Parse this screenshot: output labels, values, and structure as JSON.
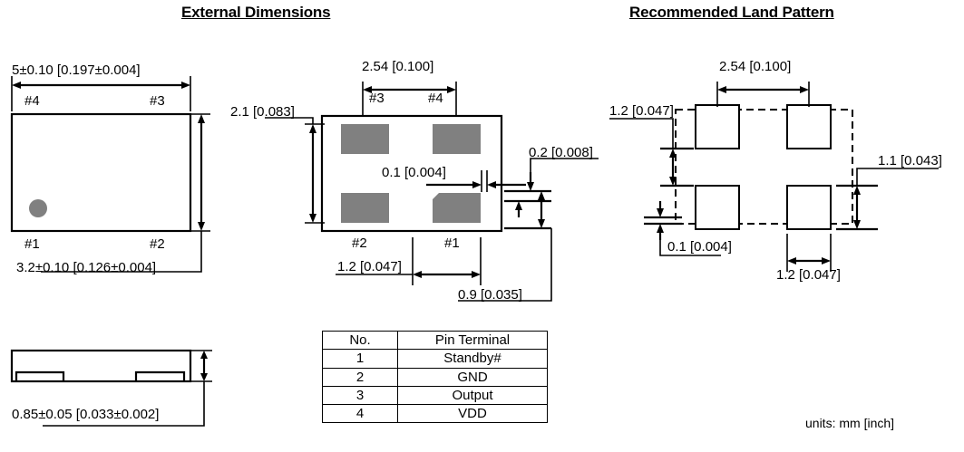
{
  "titles": {
    "left": "External Dimensions",
    "right": "Recommended Land Pattern"
  },
  "units_note": "units:  mm [inch]",
  "top_view": {
    "width_dim": "5±0.10 [0.197±0.004]",
    "height_dim": "3.2±0.10 [0.126±0.004]",
    "pin_top_left": "#4",
    "pin_top_right": "#3",
    "pin_bottom_left": "#1",
    "pin_bottom_right": "#2"
  },
  "side_view": {
    "thickness_dim": "0.85±0.05 [0.033±0.002]"
  },
  "bottom_view": {
    "pitch_dim": "2.54 [0.100]",
    "pad_height_dim": "2.1 [0.083]",
    "gap_dim": "0.1 [0.004]",
    "edge_dim": "0.2 [0.008]",
    "offset_dim": "1.2 [0.047]",
    "pad_width_dim": "0.9 [0.035]",
    "pin_top_left": "#3",
    "pin_top_right": "#4",
    "pin_bottom_left": "#2",
    "pin_bottom_right": "#1"
  },
  "land_pattern": {
    "pitch_dim": "2.54 [0.100]",
    "vertical_dim": "1.2 [0.047]",
    "pad_height_dim": "1.1 [0.043]",
    "clearance_dim": "0.1 [0.004]",
    "pad_width_dim": "1.2 [0.047]"
  },
  "pin_table": {
    "headers": [
      "No.",
      "Pin Terminal"
    ],
    "rows": [
      {
        "no": "1",
        "terminal": "Standby#"
      },
      {
        "no": "2",
        "terminal": "GND"
      },
      {
        "no": "3",
        "terminal": "Output"
      },
      {
        "no": "4",
        "terminal": "VDD"
      }
    ]
  }
}
